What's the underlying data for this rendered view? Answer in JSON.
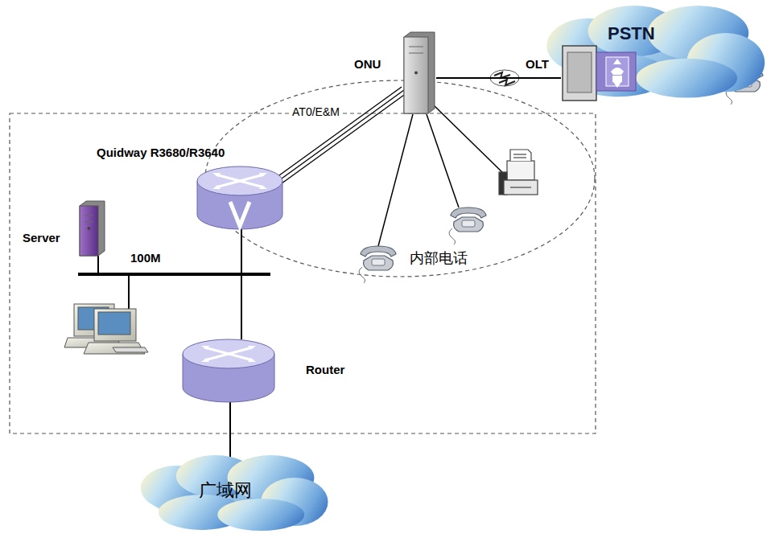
{
  "diagram": {
    "nodes": [
      {
        "text": [
          "PSTN"
        ]
      },
      {
        "text": [
          "OLT"
        ]
      },
      {
        "text": [
          "ONU"
        ]
      },
      {
        "text": [
          "Quidway R3680/R3640"
        ]
      },
      {
        "text": [
          "Server"
        ]
      },
      {
        "text": [
          "Router"
        ]
      },
      {
        "text": [
          "广域网"
        ]
      }
    ],
    "edges": [
      {
        "from": 2,
        "to": 1,
        "arrow": "none"
      },
      {
        "from": 3,
        "to": 2,
        "arrow": "none",
        "label": "AT0/E&M"
      },
      {
        "from": 3,
        "to": 5,
        "arrow": "none"
      },
      {
        "from": 5,
        "to": 6,
        "arrow": "none"
      }
    ],
    "labels": [
      "100M",
      "内部电话"
    ]
  }
}
